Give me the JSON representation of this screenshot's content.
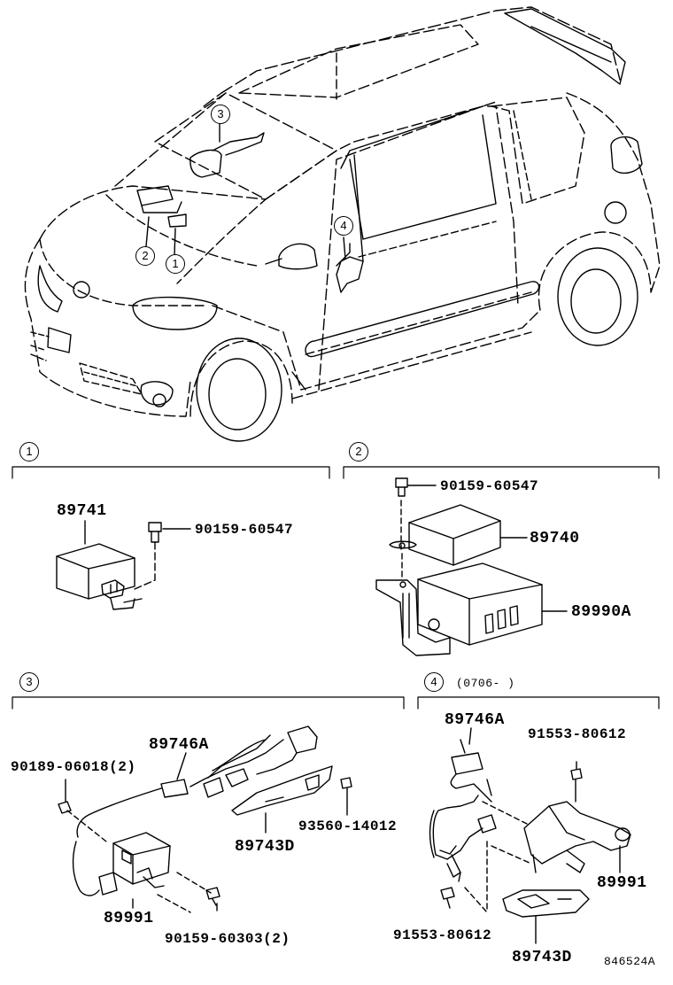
{
  "callouts": {
    "c1": "1",
    "c2": "2",
    "c3": "3",
    "c4": "4",
    "car_c1": "1",
    "car_c2": "2",
    "car_c3": "3",
    "car_c4": "4"
  },
  "section1": {
    "part_box": "89741",
    "bolt": "90159-60547"
  },
  "section2": {
    "bolt": "90159-60547",
    "upper_box": "89740",
    "lower_box": "89990A"
  },
  "section3": {
    "harness": "89746A",
    "clip": "90189-06018(2)",
    "sensor": "89991",
    "bracket": "89743D",
    "nut": "93560-14012",
    "bolt": "90159-60303(2)"
  },
  "section4": {
    "date_range": "(0706-    )",
    "harness": "89746A",
    "bolt_top": "91553-80612",
    "sensor": "89991",
    "bolt_bottom": "91553-80612",
    "bracket": "89743D"
  },
  "figure_code": "846524A"
}
